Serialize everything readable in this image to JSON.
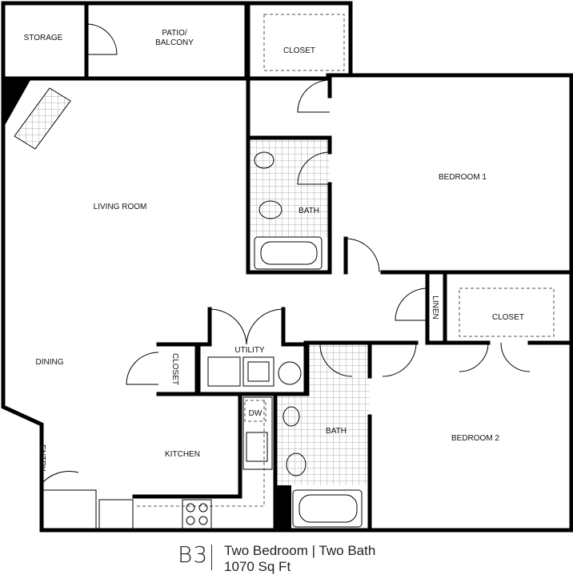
{
  "rooms": {
    "storage": "STORAGE",
    "patio_line1": "PATIO/",
    "patio_line2": "BALCONY",
    "closet_top": "CLOSET",
    "bedroom1": "BEDROOM 1",
    "living_room": "LIVING ROOM",
    "bath1": "BATH",
    "linen": "LINEN",
    "closet_right": "CLOSET",
    "utility": "UTILITY",
    "dining": "DINING",
    "closet_small": "CLOSET",
    "dw": "DW",
    "bath2": "BATH",
    "bedroom2": "BEDROOM 2",
    "kitchen": "KITCHEN",
    "entry": "ENTRY"
  },
  "footer": {
    "unit": "B3",
    "line1": "Two Bedroom | Two Bath",
    "line2": "1070 Sq Ft"
  },
  "colors": {
    "wall": "#000000",
    "tile": "#888888",
    "background": "#ffffff"
  }
}
